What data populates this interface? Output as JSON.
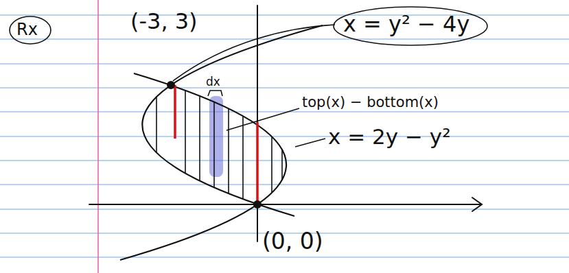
{
  "diagram": {
    "labels": [
      "Rx",
      "(-3, 3)",
      "x = y² − 4y",
      "dx",
      "top(x) − bottom(x)",
      "x = 2y − y²",
      "(0, 0)"
    ]
  }
}
